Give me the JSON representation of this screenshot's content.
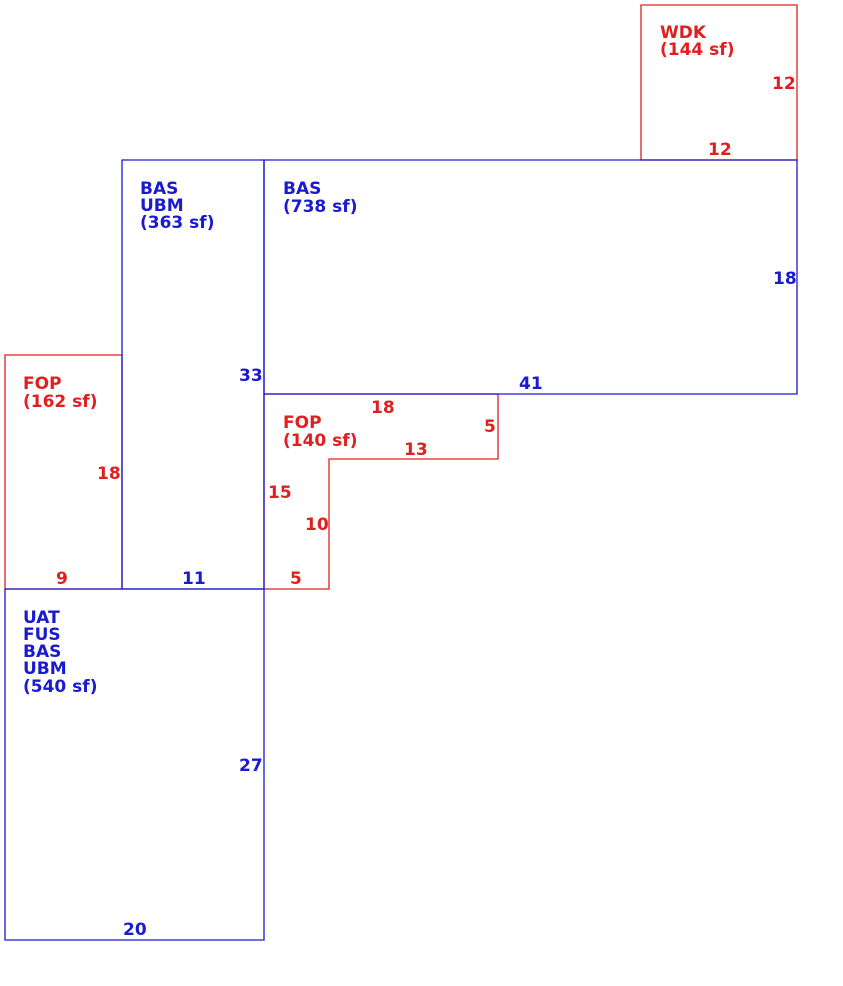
{
  "colors": {
    "living": "#1a1ad0",
    "exterior": "#e02020"
  },
  "areas": {
    "wdk": {
      "lines": [
        "WDK",
        "(144 sf)"
      ],
      "dims": [
        "12",
        "12"
      ]
    },
    "bas_top": {
      "lines": [
        "BAS",
        "(738 sf)"
      ],
      "dims": [
        "18",
        "41"
      ]
    },
    "bas_ubm": {
      "lines": [
        "BAS",
        "UBM",
        "(363 sf)"
      ],
      "dims": [
        "33",
        "11"
      ]
    },
    "fop_left": {
      "lines": [
        "FOP",
        "(162 sf)"
      ],
      "dims": [
        "18",
        "9"
      ]
    },
    "fop_mid": {
      "lines": [
        "FOP",
        "(140 sf)"
      ],
      "dims": [
        "18",
        "5",
        "13",
        "15",
        "10",
        "5"
      ]
    },
    "uat": {
      "lines": [
        "UAT",
        "FUS",
        "BAS",
        "UBM",
        "(540 sf)"
      ],
      "dims": [
        "27",
        "20"
      ]
    }
  }
}
